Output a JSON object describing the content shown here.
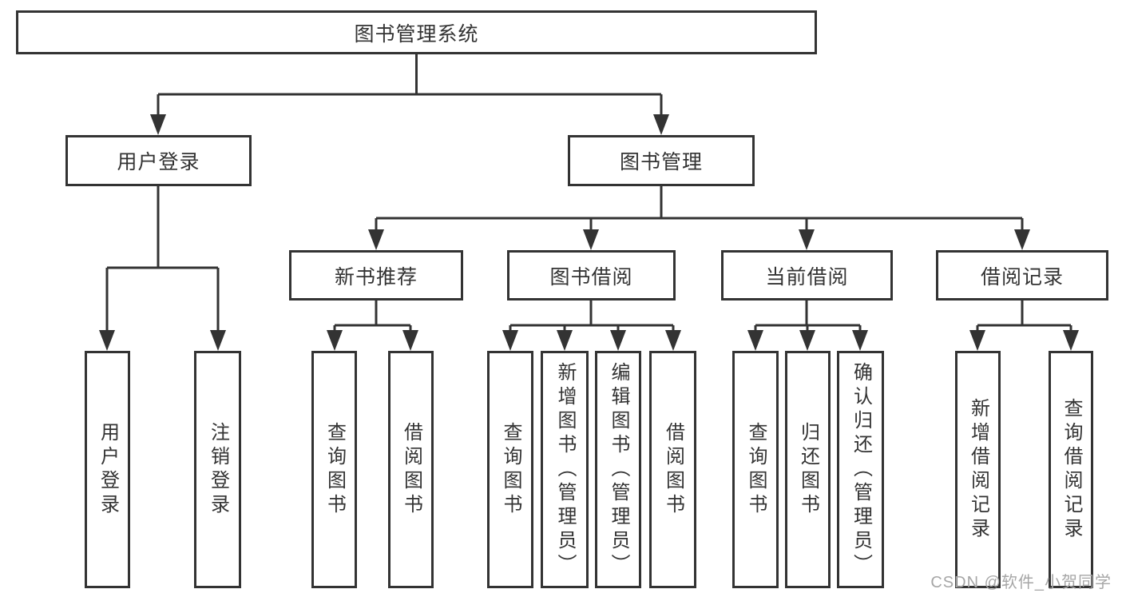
{
  "diagram": {
    "title": "图书管理系统",
    "tree": {
      "root": {
        "label": "图书管理系统",
        "children": [
          {
            "label": "用户登录",
            "children": [
              {
                "label": "用户登录"
              },
              {
                "label": "注销登录"
              }
            ]
          },
          {
            "label": "图书管理",
            "children": [
              {
                "label": "新书推荐",
                "children": [
                  {
                    "label": "查询图书"
                  },
                  {
                    "label": "借阅图书"
                  }
                ]
              },
              {
                "label": "图书借阅",
                "children": [
                  {
                    "label": "查询图书"
                  },
                  {
                    "label": "新增图书（管理员）"
                  },
                  {
                    "label": "编辑图书（管理员）"
                  },
                  {
                    "label": "借阅图书"
                  }
                ]
              },
              {
                "label": "当前借阅",
                "children": [
                  {
                    "label": "查询图书"
                  },
                  {
                    "label": "归还图书"
                  },
                  {
                    "label": "确认归还（管理员）"
                  }
                ]
              },
              {
                "label": "借阅记录",
                "children": [
                  {
                    "label": "新增借阅记录"
                  },
                  {
                    "label": "查询借阅记录"
                  }
                ]
              }
            ]
          }
        ]
      }
    },
    "colors": {
      "line": "#333333",
      "text": "#333333",
      "background": "#ffffff",
      "watermark": "#a6a6a6"
    }
  },
  "watermark": {
    "text": "CSDN @软件_小贺同学"
  }
}
